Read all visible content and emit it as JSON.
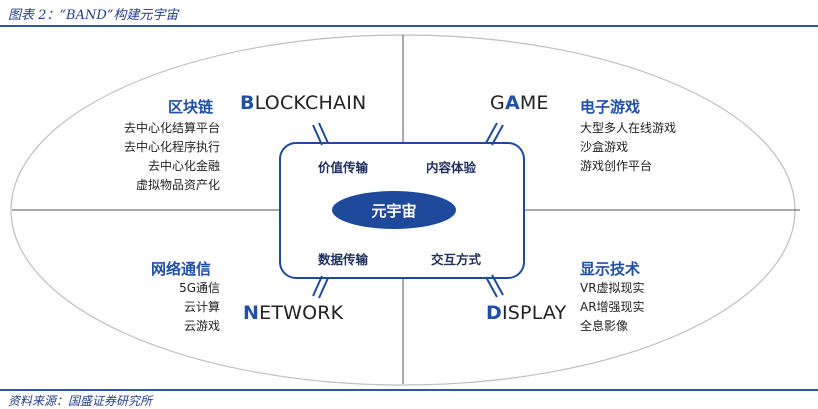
{
  "header": {
    "title": "图表 2：“BAND”构建元宇宙"
  },
  "footer": {
    "source": "资料来源：国盛证券研究所"
  },
  "center": {
    "label": "元宇宙"
  },
  "quadrants": {
    "blockchain": {
      "category": "区块链",
      "english_lead": "B",
      "english_rest": "LOCKCHAIN",
      "inner_label": "价值传输",
      "items": [
        "去中心化结算平台",
        "去中心化程序执行",
        "去中心化金融",
        "虚拟物品资产化"
      ]
    },
    "game": {
      "category": "电子游戏",
      "english_pre": "G",
      "english_lead": "A",
      "english_post": "ME",
      "inner_label": "内容体验",
      "items": [
        "大型多人在线游戏",
        "沙盒游戏",
        "游戏创作平台"
      ]
    },
    "network": {
      "category": "网络通信",
      "english_lead": "N",
      "english_rest": "ETWORK",
      "inner_label": "数据传输",
      "items": [
        "5G通信",
        "云计算",
        "云游戏"
      ]
    },
    "display": {
      "category": "显示技术",
      "english_lead": "D",
      "english_rest": "ISPLAY",
      "inner_label": "交互方式",
      "items": [
        "VR虚拟现实",
        "AR增强现实",
        "全息影像"
      ]
    }
  },
  "colors": {
    "accent_blue": "#1f4fa8",
    "rule_blue": "#2f56a6",
    "center_fill": "#1f4a9c",
    "ellipse_stroke": "#bfbfbf"
  }
}
